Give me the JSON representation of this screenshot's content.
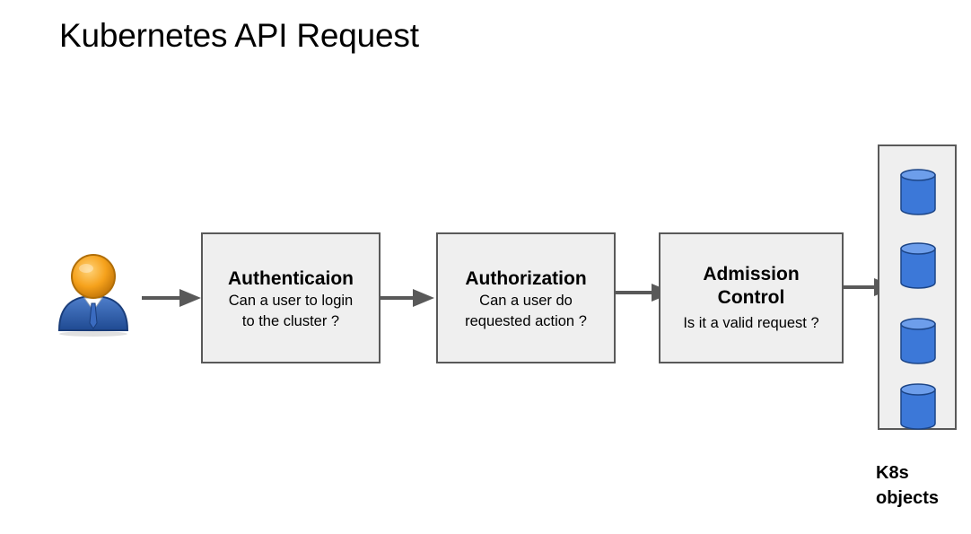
{
  "page": {
    "title": "Kubernetes API Request"
  },
  "flow": {
    "stages": [
      {
        "title": "Authenticaion",
        "description": "Can a user to login\nto the cluster ?"
      },
      {
        "title": "Authorization",
        "description": "Can a user do\nrequested action ?"
      },
      {
        "title": "Admission\nControl",
        "description": "Is it a valid request ?"
      }
    ],
    "store": {
      "label": "K8s\nobjects",
      "database_count": 4
    }
  },
  "colors": {
    "box_fill": "#efefef",
    "box_border": "#595959",
    "arrow": "#595959",
    "database": "#3c78d8",
    "user_head": "#f6a21c",
    "user_body": "#2a5aa8"
  },
  "icons": {
    "user": "user-icon",
    "database": "database-icon",
    "arrow": "arrow-right-icon"
  }
}
